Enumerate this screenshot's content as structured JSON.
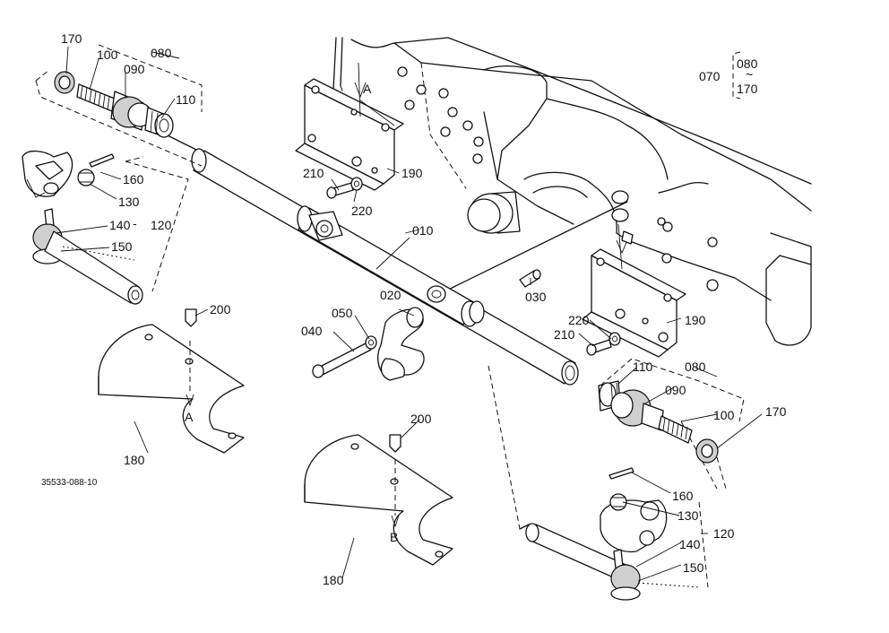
{
  "figure_code": "35533-088-10",
  "legend": {
    "left": "070",
    "top": "080",
    "bottom": "170"
  },
  "callouts": {
    "c010": "010",
    "c020": "020",
    "c030": "030",
    "c040": "040",
    "c050": "050",
    "c080a": "080",
    "c080b": "080",
    "c090a": "090",
    "c090b": "090",
    "c100a": "100",
    "c100b": "100",
    "c110a": "110",
    "c110b": "110",
    "c120a": "120",
    "c120b": "120",
    "c130a": "130",
    "c130b": "130",
    "c140a": "140",
    "c140b": "140",
    "c150a": "150",
    "c150b": "150",
    "c160a": "160",
    "c160b": "160",
    "c170a": "170",
    "c170b": "170",
    "c180a": "180",
    "c180b": "180",
    "c190a": "190",
    "c190b": "190",
    "c200a": "200",
    "c200b": "200",
    "c210a": "210",
    "c210b": "210",
    "c220a": "220",
    "c220b": "220"
  },
  "markers": {
    "mA1": "A",
    "mA2": "A",
    "mB1": "B"
  }
}
